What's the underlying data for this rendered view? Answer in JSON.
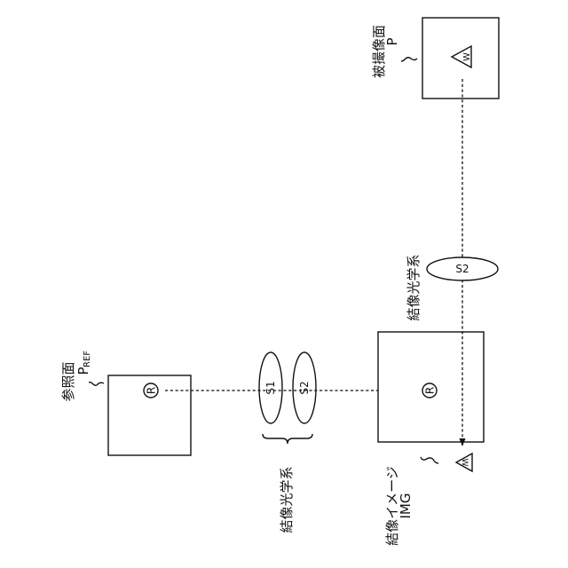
{
  "labels": {
    "reference_plane": "参照面",
    "reference_symbol": "P",
    "reference_symbol_sub": "REF",
    "object_plane": "被撮像面",
    "object_symbol": "P",
    "lens_s1": "S1",
    "lens_s2": "S2",
    "lens_s2_rotated": "S2",
    "optical_system_left": "結像光学系",
    "optical_system_right": "結像光学系",
    "image_plane": "結像イメージ",
    "image_symbol": "IMG",
    "marker_r_ref": "R",
    "marker_r_img": "R",
    "marker_w_obj": "W",
    "marker_w_img": "W"
  }
}
